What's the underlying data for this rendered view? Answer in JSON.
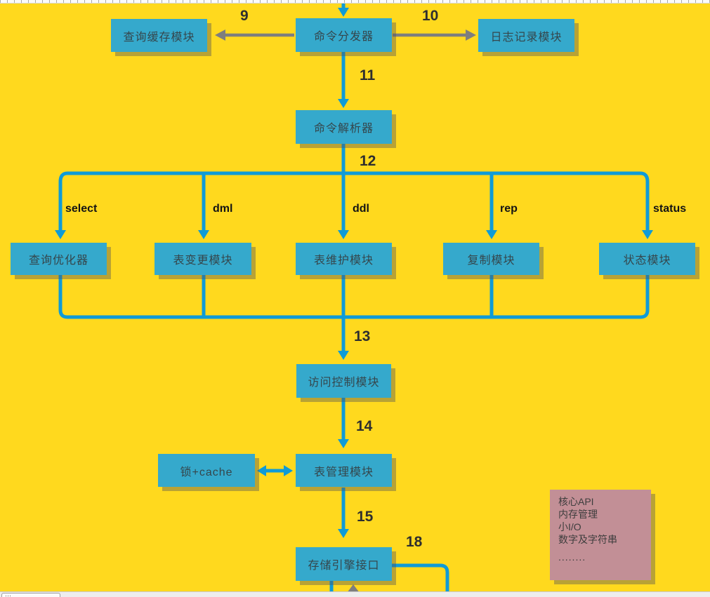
{
  "colors": {
    "canvas_yellow": "#ffd91e",
    "node_blue": "#35a9cc",
    "connector_blue": "#0f9bd7",
    "arrow_gray": "#7e7e7e",
    "panel_pink": "#c28f96",
    "node_text": "#35464c"
  },
  "nodes": {
    "query_cache": {
      "label": "查询缓存模块"
    },
    "dispatcher": {
      "label": "命令分发器"
    },
    "logging": {
      "label": "日志记录模块"
    },
    "parser": {
      "label": "命令解析器"
    },
    "optimizer": {
      "label": "查询优化器"
    },
    "table_change": {
      "label": "表变更模块"
    },
    "table_maintenance": {
      "label": "表维护模块"
    },
    "replication": {
      "label": "复制模块"
    },
    "status_module": {
      "label": "状态模块"
    },
    "access_control": {
      "label": "访问控制模块"
    },
    "lock_cache": {
      "label": "锁+cache"
    },
    "table_management": {
      "label": "表管理模块"
    },
    "storage_engine": {
      "label": "存储引擎接口"
    }
  },
  "edge_labels": {
    "e9": "9",
    "e10": "10",
    "e11": "11",
    "e12": "12",
    "e13": "13",
    "e14": "14",
    "e15": "15",
    "e18": "18"
  },
  "branch_labels": {
    "select": "select",
    "dml": "dml",
    "ddl": "ddl",
    "rep": "rep",
    "status": "status"
  },
  "core_api_panel": {
    "lines": [
      "核心API",
      "内存管理",
      "小I/O",
      "数字及字符串",
      "........"
    ]
  },
  "scrollbar": {
    "grip": "⋯"
  }
}
